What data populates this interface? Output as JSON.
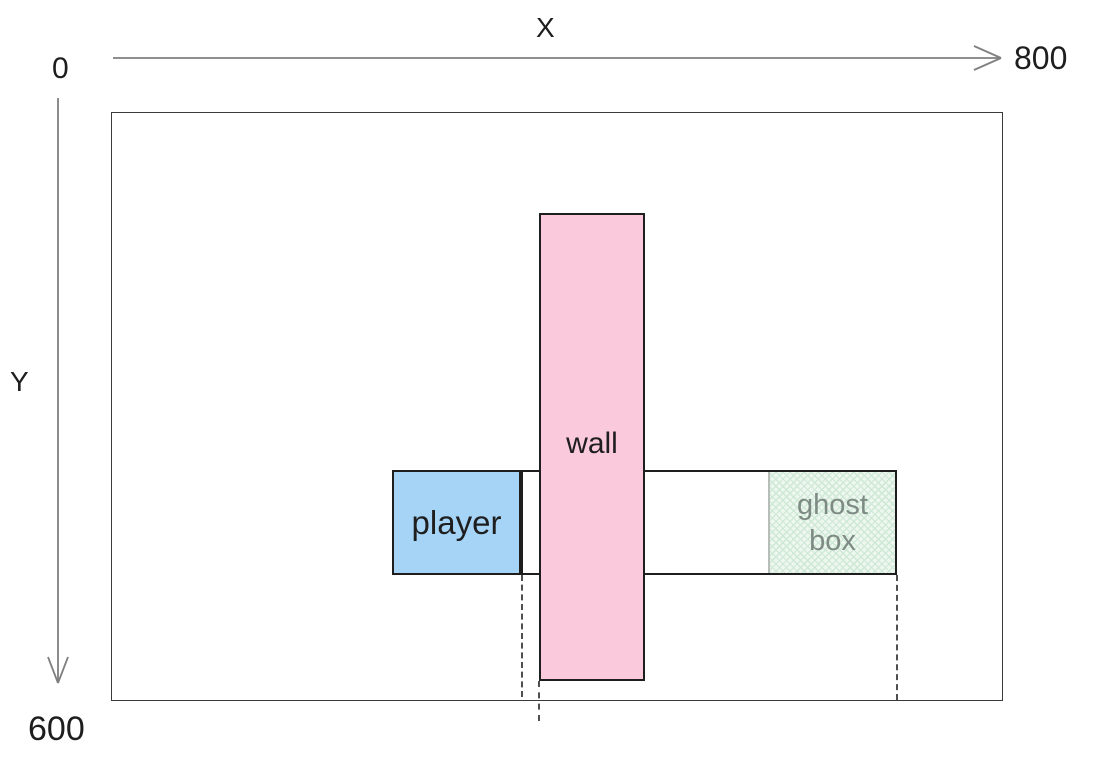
{
  "axes": {
    "x": {
      "label": "X",
      "min_label": "0",
      "max_label": "800"
    },
    "y": {
      "label": "Y",
      "max_label": "600"
    }
  },
  "boxes": {
    "player": {
      "label": "player",
      "fill": "#a5d4f7"
    },
    "wall": {
      "label": "wall",
      "fill": "#fac9db"
    },
    "ghost": {
      "label": "ghost box",
      "fill": "#edf6ef",
      "hatch_color": "#cde8d4",
      "text_color": "#7e8b84"
    }
  },
  "strokes": {
    "shape_outline": "#1e1e1e",
    "axis_line": "#7f7f7f",
    "world_border": "#3a3a3a",
    "dashed_line": "#4f4f4f"
  }
}
